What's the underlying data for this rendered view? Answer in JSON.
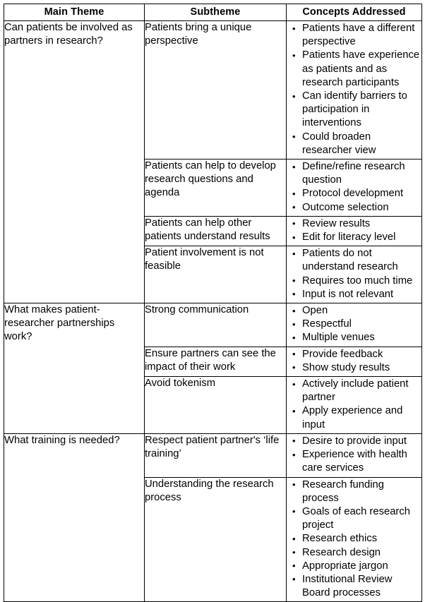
{
  "table": {
    "headers": {
      "main_theme": "Main Theme",
      "subtheme": "Subtheme",
      "concepts_addressed": "Concepts Addressed"
    },
    "themes": [
      {
        "main_theme": "Can patients be involved as partners in research?",
        "subthemes": [
          {
            "subtheme": "Patients bring a unique perspective",
            "concepts": [
              "Patients have a different perspective",
              "Patients have experience as patients and as research participants",
              "Can identify barriers to participation in interventions",
              "Could broaden researcher view"
            ]
          },
          {
            "subtheme": "Patients can help to develop research questions and agenda",
            "concepts": [
              "Define/refine research question",
              "Protocol development",
              "Outcome selection"
            ]
          },
          {
            "subtheme": "Patients can help other patients understand results",
            "concepts": [
              "Review results",
              "Edit for literacy level"
            ]
          },
          {
            "subtheme": "Patient involvement is not feasible",
            "concepts": [
              "Patients do not understand research",
              "Requires too much time",
              "Input is not relevant"
            ]
          }
        ]
      },
      {
        "main_theme": "What makes patient-researcher partnerships work?",
        "subthemes": [
          {
            "subtheme": "Strong communication",
            "concepts": [
              "Open",
              "Respectful",
              "Multiple venues"
            ]
          },
          {
            "subtheme": "Ensure partners can see the impact of their work",
            "concepts": [
              "Provide feedback",
              "Show study results"
            ]
          },
          {
            "subtheme": "Avoid tokenism",
            "concepts": [
              "Actively include patient partner",
              "Apply experience and input"
            ]
          }
        ]
      },
      {
        "main_theme": "What training is needed?",
        "subthemes": [
          {
            "subtheme": "Respect patient partner's ‘life training’",
            "concepts": [
              "Desire to provide input",
              "Experience with health care services"
            ]
          },
          {
            "subtheme": "Understanding the research process",
            "concepts": [
              "Research funding process",
              "Goals of each research project",
              "Research ethics",
              "Research design",
              "Appropriate jargon",
              "Institutional Review Board processes"
            ]
          }
        ]
      }
    ]
  },
  "style": {
    "border_color": "#000000",
    "text_color": "#000000",
    "background_color": "#ffffff",
    "bullet_glyph": "•"
  }
}
